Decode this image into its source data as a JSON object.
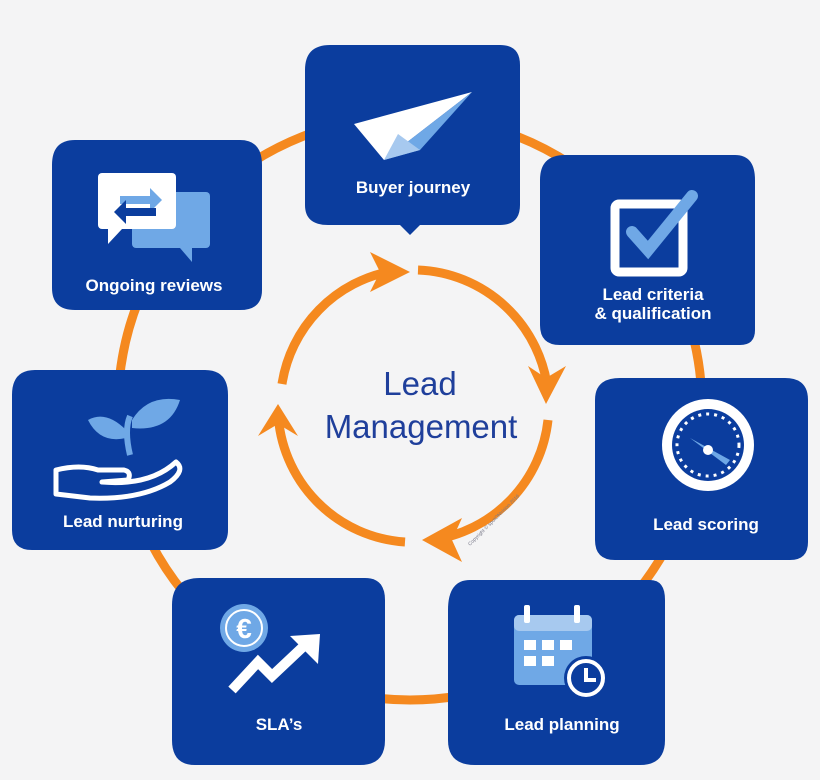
{
  "center": {
    "title_line1": "Lead",
    "title_line2": "Management"
  },
  "nodes": [
    {
      "id": "buyer-journey",
      "label_line1": "Buyer journey",
      "label_line2": "",
      "icon": "paper-plane-icon"
    },
    {
      "id": "lead-criteria",
      "label_line1": "Lead criteria",
      "label_line2": "& qualification",
      "icon": "checkbox-icon"
    },
    {
      "id": "lead-scoring",
      "label_line1": "Lead scoring",
      "label_line2": "",
      "icon": "speedometer-icon"
    },
    {
      "id": "lead-planning",
      "label_line1": "Lead planning",
      "label_line2": "",
      "icon": "calendar-clock-icon"
    },
    {
      "id": "slas",
      "label_line1": "SLA’s",
      "label_line2": "",
      "icon": "euro-growth-icon"
    },
    {
      "id": "lead-nurturing",
      "label_line1": "Lead nurturing",
      "label_line2": "",
      "icon": "plant-hand-icon"
    },
    {
      "id": "ongoing-reviews",
      "label_line1": "Ongoing reviews",
      "label_line2": "",
      "icon": "chat-exchange-icon"
    }
  ],
  "copyright": "Copyright © spotONvision 2016",
  "colors": {
    "node_fill": "#0b3d9e",
    "ring": "#f5891f",
    "icon_light": "#6fa8e6",
    "text": "#ffffff",
    "center_text": "#1f3f9b"
  }
}
